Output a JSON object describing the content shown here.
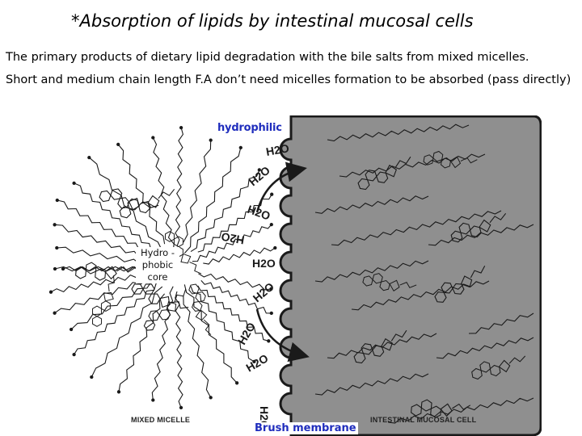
{
  "slide": {
    "title": "*Absorption of lipids by intestinal mucosal cells",
    "paragraph_1": "The primary products of dietary lipid degradation with the bile salts from mixed micelles.",
    "paragraph_2": "Short and medium chain length F.A don’t need micelles formation to be absorbed (pass directly)"
  },
  "figure": {
    "callout_hydrophilic": "hydrophilic",
    "callout_core_lines": [
      "Hydro -",
      "phobic",
      "core"
    ],
    "callout_brush": "Brush membrane",
    "label_micelle": "MIXED MICELLE",
    "label_cell": "INTESTINAL MUCOSAL CELL",
    "water_label": "H2O",
    "colors": {
      "callout_blue": "#1f2dbd",
      "cell_gray": "#8f8f8f",
      "line": "#1a1a1a"
    }
  }
}
